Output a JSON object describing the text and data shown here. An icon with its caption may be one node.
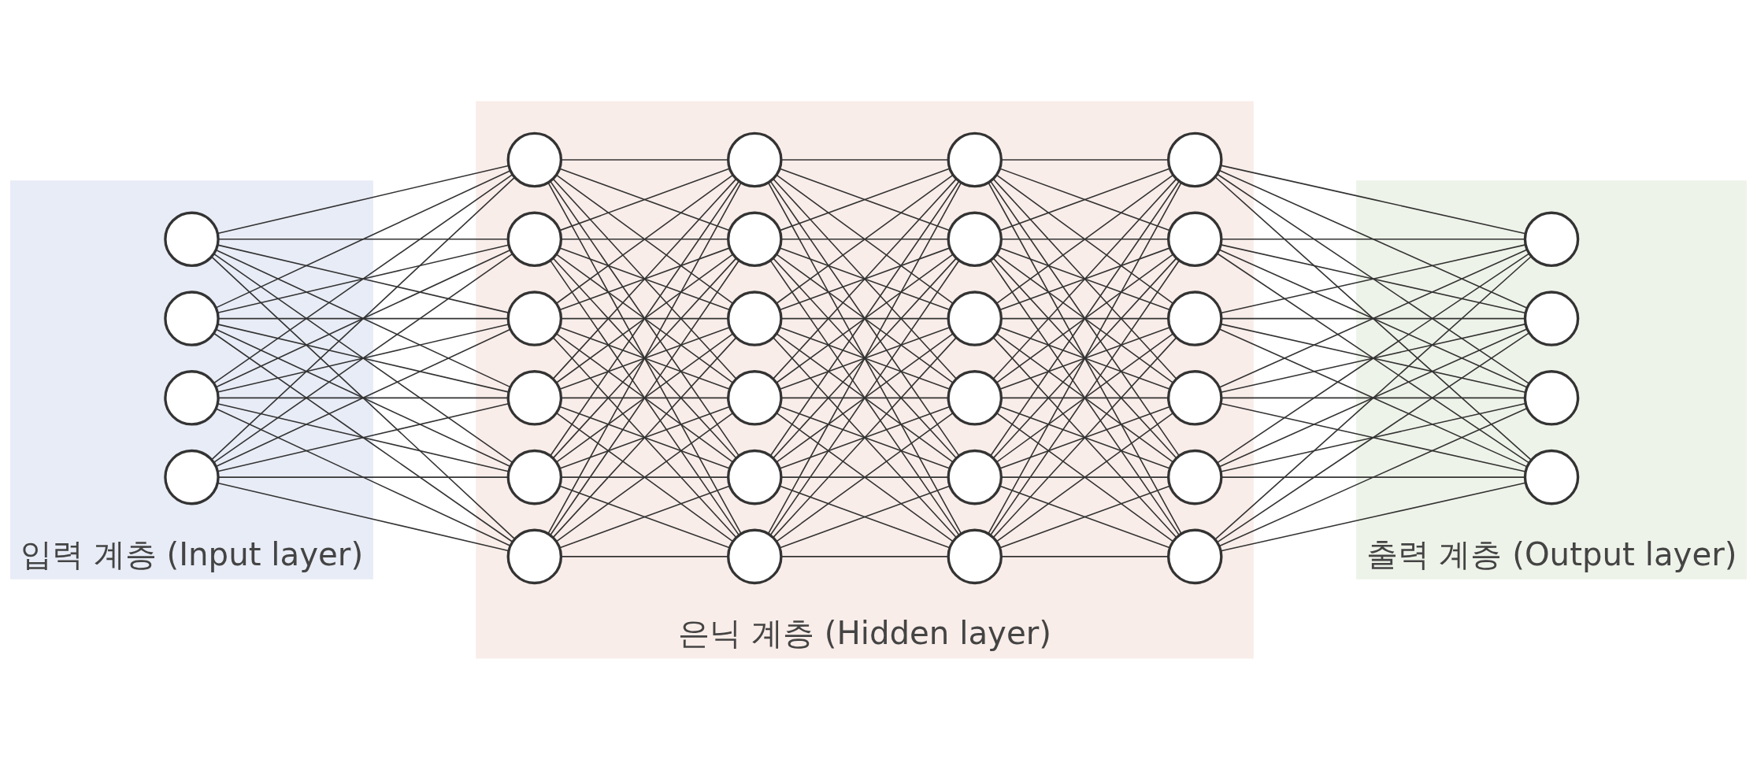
{
  "diagram": {
    "nodes": [
      {
        "text": [
          "입력 계층 (Input layer)"
        ]
      },
      {
        "text": [],
        "shape": "circle",
        "in": 0
      },
      {
        "text": [],
        "shape": "circle",
        "in": 0
      },
      {
        "text": [],
        "shape": "circle",
        "in": 0
      },
      {
        "text": [],
        "shape": "circle",
        "in": 0
      },
      {
        "text": [
          "은닉 계층 (Hidden layer)"
        ]
      },
      {
        "text": [],
        "shape": "circle",
        "in": 5
      },
      {
        "text": [],
        "shape": "circle",
        "in": 5
      },
      {
        "text": [],
        "shape": "circle",
        "in": 5
      },
      {
        "text": [],
        "shape": "circle",
        "in": 5
      },
      {
        "text": [],
        "shape": "circle",
        "in": 5
      },
      {
        "text": [],
        "shape": "circle",
        "in": 5
      },
      {
        "text": [],
        "shape": "circle",
        "in": 5
      },
      {
        "text": [],
        "shape": "circle",
        "in": 5
      },
      {
        "text": [],
        "shape": "circle",
        "in": 5
      },
      {
        "text": [],
        "shape": "circle",
        "in": 5
      },
      {
        "text": [],
        "shape": "circle",
        "in": 5
      },
      {
        "text": [],
        "shape": "circle",
        "in": 5
      },
      {
        "text": [],
        "shape": "circle",
        "in": 5
      },
      {
        "text": [],
        "shape": "circle",
        "in": 5
      },
      {
        "text": [],
        "shape": "circle",
        "in": 5
      },
      {
        "text": [],
        "shape": "circle",
        "in": 5
      },
      {
        "text": [],
        "shape": "circle",
        "in": 5
      },
      {
        "text": [],
        "shape": "circle",
        "in": 5
      },
      {
        "text": [],
        "shape": "circle",
        "in": 5
      },
      {
        "text": [],
        "shape": "circle",
        "in": 5
      },
      {
        "text": [],
        "shape": "circle",
        "in": 5
      },
      {
        "text": [],
        "shape": "circle",
        "in": 5
      },
      {
        "text": [],
        "shape": "circle",
        "in": 5
      },
      {
        "text": [],
        "shape": "circle",
        "in": 5
      },
      {
        "text": [
          "출력 계층 (Output layer)"
        ]
      },
      {
        "text": [],
        "shape": "circle",
        "in": 30
      },
      {
        "text": [],
        "shape": "circle",
        "in": 30
      },
      {
        "text": [],
        "shape": "circle",
        "in": 30
      },
      {
        "text": [],
        "shape": "circle",
        "in": 30
      }
    ],
    "edges": [
      {
        "from": 1,
        "to": 6,
        "arrow": "none"
      },
      {
        "from": 1,
        "to": 7,
        "arrow": "none"
      },
      {
        "from": 1,
        "to": 8,
        "arrow": "none"
      },
      {
        "from": 1,
        "to": 9,
        "arrow": "none"
      },
      {
        "from": 1,
        "to": 10,
        "arrow": "none"
      },
      {
        "from": 1,
        "to": 11,
        "arrow": "none"
      },
      {
        "from": 2,
        "to": 6,
        "arrow": "none"
      },
      {
        "from": 2,
        "to": 7,
        "arrow": "none"
      },
      {
        "from": 2,
        "to": 8,
        "arrow": "none"
      },
      {
        "from": 2,
        "to": 9,
        "arrow": "none"
      },
      {
        "from": 2,
        "to": 10,
        "arrow": "none"
      },
      {
        "from": 2,
        "to": 11,
        "arrow": "none"
      },
      {
        "from": 3,
        "to": 6,
        "arrow": "none"
      },
      {
        "from": 3,
        "to": 7,
        "arrow": "none"
      },
      {
        "from": 3,
        "to": 8,
        "arrow": "none"
      },
      {
        "from": 3,
        "to": 9,
        "arrow": "none"
      },
      {
        "from": 3,
        "to": 10,
        "arrow": "none"
      },
      {
        "from": 3,
        "to": 11,
        "arrow": "none"
      },
      {
        "from": 4,
        "to": 6,
        "arrow": "none"
      },
      {
        "from": 4,
        "to": 7,
        "arrow": "none"
      },
      {
        "from": 4,
        "to": 8,
        "arrow": "none"
      },
      {
        "from": 4,
        "to": 9,
        "arrow": "none"
      },
      {
        "from": 4,
        "to": 10,
        "arrow": "none"
      },
      {
        "from": 4,
        "to": 11,
        "arrow": "none"
      },
      {
        "from": 6,
        "to": 12,
        "arrow": "none"
      },
      {
        "from": 6,
        "to": 13,
        "arrow": "none"
      },
      {
        "from": 6,
        "to": 14,
        "arrow": "none"
      },
      {
        "from": 6,
        "to": 15,
        "arrow": "none"
      },
      {
        "from": 6,
        "to": 16,
        "arrow": "none"
      },
      {
        "from": 6,
        "to": 17,
        "arrow": "none"
      },
      {
        "from": 7,
        "to": 12,
        "arrow": "none"
      },
      {
        "from": 7,
        "to": 13,
        "arrow": "none"
      },
      {
        "from": 7,
        "to": 14,
        "arrow": "none"
      },
      {
        "from": 7,
        "to": 15,
        "arrow": "none"
      },
      {
        "from": 7,
        "to": 16,
        "arrow": "none"
      },
      {
        "from": 7,
        "to": 17,
        "arrow": "none"
      },
      {
        "from": 8,
        "to": 12,
        "arrow": "none"
      },
      {
        "from": 8,
        "to": 13,
        "arrow": "none"
      },
      {
        "from": 8,
        "to": 14,
        "arrow": "none"
      },
      {
        "from": 8,
        "to": 15,
        "arrow": "none"
      },
      {
        "from": 8,
        "to": 16,
        "arrow": "none"
      },
      {
        "from": 8,
        "to": 17,
        "arrow": "none"
      },
      {
        "from": 9,
        "to": 12,
        "arrow": "none"
      },
      {
        "from": 9,
        "to": 13,
        "arrow": "none"
      },
      {
        "from": 9,
        "to": 14,
        "arrow": "none"
      },
      {
        "from": 9,
        "to": 15,
        "arrow": "none"
      },
      {
        "from": 9,
        "to": 16,
        "arrow": "none"
      },
      {
        "from": 9,
        "to": 17,
        "arrow": "none"
      },
      {
        "from": 10,
        "to": 12,
        "arrow": "none"
      },
      {
        "from": 10,
        "to": 13,
        "arrow": "none"
      },
      {
        "from": 10,
        "to": 14,
        "arrow": "none"
      },
      {
        "from": 10,
        "to": 15,
        "arrow": "none"
      },
      {
        "from": 10,
        "to": 16,
        "arrow": "none"
      },
      {
        "from": 10,
        "to": 17,
        "arrow": "none"
      },
      {
        "from": 11,
        "to": 12,
        "arrow": "none"
      },
      {
        "from": 11,
        "to": 13,
        "arrow": "none"
      },
      {
        "from": 11,
        "to": 14,
        "arrow": "none"
      },
      {
        "from": 11,
        "to": 15,
        "arrow": "none"
      },
      {
        "from": 11,
        "to": 16,
        "arrow": "none"
      },
      {
        "from": 11,
        "to": 17,
        "arrow": "none"
      },
      {
        "from": 12,
        "to": 18,
        "arrow": "none"
      },
      {
        "from": 12,
        "to": 19,
        "arrow": "none"
      },
      {
        "from": 12,
        "to": 20,
        "arrow": "none"
      },
      {
        "from": 12,
        "to": 21,
        "arrow": "none"
      },
      {
        "from": 12,
        "to": 22,
        "arrow": "none"
      },
      {
        "from": 12,
        "to": 23,
        "arrow": "none"
      },
      {
        "from": 13,
        "to": 18,
        "arrow": "none"
      },
      {
        "from": 13,
        "to": 19,
        "arrow": "none"
      },
      {
        "from": 13,
        "to": 20,
        "arrow": "none"
      },
      {
        "from": 13,
        "to": 21,
        "arrow": "none"
      },
      {
        "from": 13,
        "to": 22,
        "arrow": "none"
      },
      {
        "from": 13,
        "to": 23,
        "arrow": "none"
      },
      {
        "from": 14,
        "to": 18,
        "arrow": "none"
      },
      {
        "from": 14,
        "to": 19,
        "arrow": "none"
      },
      {
        "from": 14,
        "to": 20,
        "arrow": "none"
      },
      {
        "from": 14,
        "to": 21,
        "arrow": "none"
      },
      {
        "from": 14,
        "to": 22,
        "arrow": "none"
      },
      {
        "from": 14,
        "to": 23,
        "arrow": "none"
      },
      {
        "from": 15,
        "to": 18,
        "arrow": "none"
      },
      {
        "from": 15,
        "to": 19,
        "arrow": "none"
      },
      {
        "from": 15,
        "to": 20,
        "arrow": "none"
      },
      {
        "from": 15,
        "to": 21,
        "arrow": "none"
      },
      {
        "from": 15,
        "to": 22,
        "arrow": "none"
      },
      {
        "from": 15,
        "to": 23,
        "arrow": "none"
      },
      {
        "from": 16,
        "to": 18,
        "arrow": "none"
      },
      {
        "from": 16,
        "to": 19,
        "arrow": "none"
      },
      {
        "from": 16,
        "to": 20,
        "arrow": "none"
      },
      {
        "from": 16,
        "to": 21,
        "arrow": "none"
      },
      {
        "from": 16,
        "to": 22,
        "arrow": "none"
      },
      {
        "from": 16,
        "to": 23,
        "arrow": "none"
      },
      {
        "from": 17,
        "to": 18,
        "arrow": "none"
      },
      {
        "from": 17,
        "to": 19,
        "arrow": "none"
      },
      {
        "from": 17,
        "to": 20,
        "arrow": "none"
      },
      {
        "from": 17,
        "to": 21,
        "arrow": "none"
      },
      {
        "from": 17,
        "to": 22,
        "arrow": "none"
      },
      {
        "from": 17,
        "to": 23,
        "arrow": "none"
      },
      {
        "from": 18,
        "to": 24,
        "arrow": "none"
      },
      {
        "from": 18,
        "to": 25,
        "arrow": "none"
      },
      {
        "from": 18,
        "to": 26,
        "arrow": "none"
      },
      {
        "from": 18,
        "to": 27,
        "arrow": "none"
      },
      {
        "from": 18,
        "to": 28,
        "arrow": "none"
      },
      {
        "from": 18,
        "to": 29,
        "arrow": "none"
      },
      {
        "from": 19,
        "to": 24,
        "arrow": "none"
      },
      {
        "from": 19,
        "to": 25,
        "arrow": "none"
      },
      {
        "from": 19,
        "to": 26,
        "arrow": "none"
      },
      {
        "from": 19,
        "to": 27,
        "arrow": "none"
      },
      {
        "from": 19,
        "to": 28,
        "arrow": "none"
      },
      {
        "from": 19,
        "to": 29,
        "arrow": "none"
      },
      {
        "from": 20,
        "to": 24,
        "arrow": "none"
      },
      {
        "from": 20,
        "to": 25,
        "arrow": "none"
      },
      {
        "from": 20,
        "to": 26,
        "arrow": "none"
      },
      {
        "from": 20,
        "to": 27,
        "arrow": "none"
      },
      {
        "from": 20,
        "to": 28,
        "arrow": "none"
      },
      {
        "from": 20,
        "to": 29,
        "arrow": "none"
      },
      {
        "from": 21,
        "to": 24,
        "arrow": "none"
      },
      {
        "from": 21,
        "to": 25,
        "arrow": "none"
      },
      {
        "from": 21,
        "to": 26,
        "arrow": "none"
      },
      {
        "from": 21,
        "to": 27,
        "arrow": "none"
      },
      {
        "from": 21,
        "to": 28,
        "arrow": "none"
      },
      {
        "from": 21,
        "to": 29,
        "arrow": "none"
      },
      {
        "from": 22,
        "to": 24,
        "arrow": "none"
      },
      {
        "from": 22,
        "to": 25,
        "arrow": "none"
      },
      {
        "from": 22,
        "to": 26,
        "arrow": "none"
      },
      {
        "from": 22,
        "to": 27,
        "arrow": "none"
      },
      {
        "from": 22,
        "to": 28,
        "arrow": "none"
      },
      {
        "from": 22,
        "to": 29,
        "arrow": "none"
      },
      {
        "from": 23,
        "to": 24,
        "arrow": "none"
      },
      {
        "from": 23,
        "to": 25,
        "arrow": "none"
      },
      {
        "from": 23,
        "to": 26,
        "arrow": "none"
      },
      {
        "from": 23,
        "to": 27,
        "arrow": "none"
      },
      {
        "from": 23,
        "to": 28,
        "arrow": "none"
      },
      {
        "from": 23,
        "to": 29,
        "arrow": "none"
      },
      {
        "from": 24,
        "to": 31,
        "arrow": "none"
      },
      {
        "from": 24,
        "to": 32,
        "arrow": "none"
      },
      {
        "from": 24,
        "to": 33,
        "arrow": "none"
      },
      {
        "from": 24,
        "to": 34,
        "arrow": "none"
      },
      {
        "from": 25,
        "to": 31,
        "arrow": "none"
      },
      {
        "from": 25,
        "to": 32,
        "arrow": "none"
      },
      {
        "from": 25,
        "to": 33,
        "arrow": "none"
      },
      {
        "from": 25,
        "to": 34,
        "arrow": "none"
      },
      {
        "from": 26,
        "to": 31,
        "arrow": "none"
      },
      {
        "from": 26,
        "to": 32,
        "arrow": "none"
      },
      {
        "from": 26,
        "to": 33,
        "arrow": "none"
      },
      {
        "from": 26,
        "to": 34,
        "arrow": "none"
      },
      {
        "from": 27,
        "to": 31,
        "arrow": "none"
      },
      {
        "from": 27,
        "to": 32,
        "arrow": "none"
      },
      {
        "from": 27,
        "to": 33,
        "arrow": "none"
      },
      {
        "from": 27,
        "to": 34,
        "arrow": "none"
      },
      {
        "from": 28,
        "to": 31,
        "arrow": "none"
      },
      {
        "from": 28,
        "to": 32,
        "arrow": "none"
      },
      {
        "from": 28,
        "to": 33,
        "arrow": "none"
      },
      {
        "from": 28,
        "to": 34,
        "arrow": "none"
      },
      {
        "from": 29,
        "to": 31,
        "arrow": "none"
      },
      {
        "from": 29,
        "to": 32,
        "arrow": "none"
      },
      {
        "from": 29,
        "to": 33,
        "arrow": "none"
      },
      {
        "from": 29,
        "to": 34,
        "arrow": "none"
      }
    ]
  }
}
